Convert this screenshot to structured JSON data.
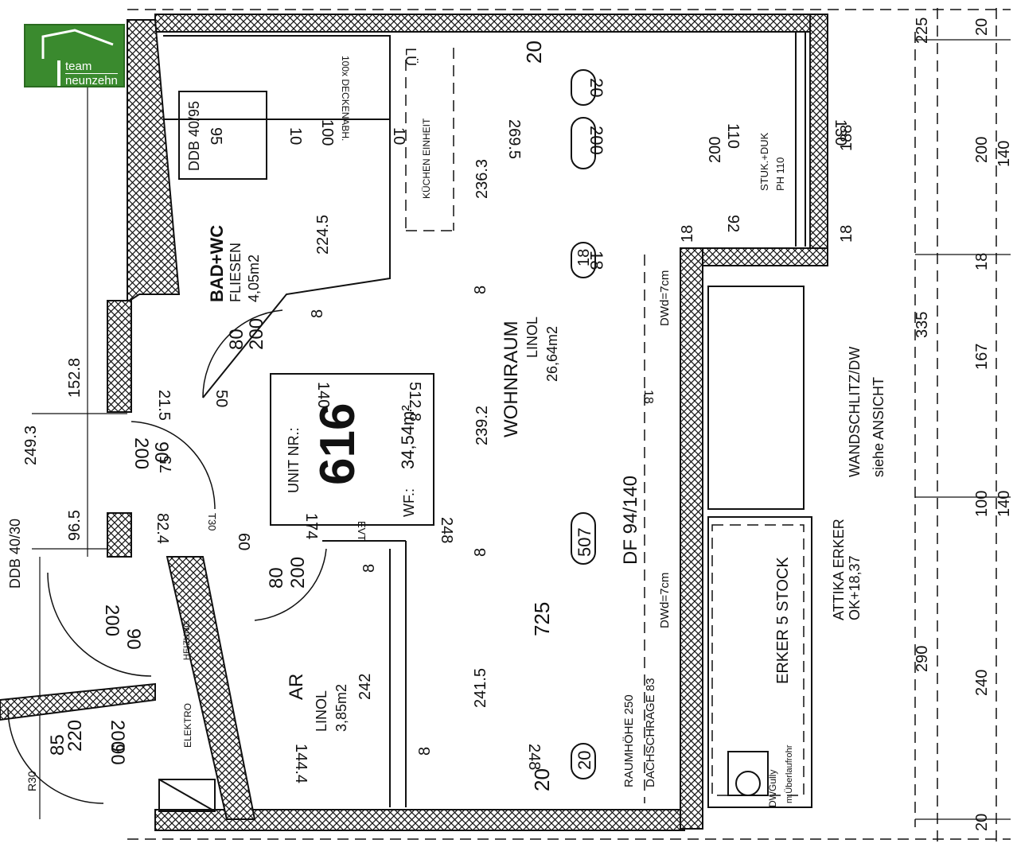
{
  "logo": {
    "line1": "team",
    "line2": "neunzehn"
  },
  "unit": {
    "label": "UNIT NR.:",
    "number": "616",
    "area_label": "WF.:",
    "area": "34,54m²"
  },
  "rooms": {
    "bath": {
      "name": "BAD+WC",
      "floor": "FLIESEN",
      "area": "4,05m2"
    },
    "living": {
      "name": "WOHNRAUM",
      "floor": "LINOL",
      "area": "26,64m2"
    },
    "storage": {
      "name": "AR",
      "floor": "LINOL",
      "area": "3,85m2"
    },
    "erker": {
      "name": "ERKER 5 STOCK",
      "attika": "ATTIKA ERKER",
      "ok": "OK+18,37"
    }
  },
  "notes": {
    "kitchen": "KÜCHEN EINHEIT",
    "wandschlitz": "WANDSCHLITZ/DW",
    "ansicht": "siehe ANSICHT",
    "raumhoehe": "RAUMHÖHE 250",
    "dachschraege": "DACHSCHRÄGE 83",
    "dwd": "DWd=7cm",
    "df": "DF 94/140",
    "ddb": "DDB 40/30",
    "ddb95": "DDB 40/95",
    "elektro": "ELEKTRO",
    "heizung": "HEIZUNG",
    "stuk": "STUK.+DUK",
    "ph": "PH 110",
    "deckenabh": "100x DECKENABH.",
    "lu": "LÜ",
    "r30": "R30",
    "t30": "T30",
    "evt": "EVT",
    "dwgully": "DWGully",
    "ueber": "m.Überlaufrohr"
  },
  "dims": {
    "d2493": "249.3",
    "d1528": "152.8",
    "d965": "96.5",
    "d335": "335",
    "d167": "167",
    "d290": "290",
    "d240": "240",
    "d200r": "200",
    "d140a": "140",
    "d140b": "140",
    "d140c": "140",
    "d100": "100",
    "d18": "18",
    "d20a": "20",
    "d20b": "20",
    "d225": "225",
    "d2245": "224.5",
    "d2363": "236.3",
    "d2695": "269.5",
    "d2392": "239.2",
    "d5128": "512.8",
    "d725": "725",
    "d2415": "241.5",
    "d242": "242",
    "d1444": "144.4",
    "d248a": "248",
    "d248b": "248",
    "d174": "174",
    "d824": "82.4",
    "d215": "21.5",
    "d95": "95",
    "d100b": "100",
    "d10": "10",
    "d10b": "10",
    "d200a": "200",
    "d110": "110",
    "d130": "130",
    "d188": "188",
    "d92": "92",
    "d18a": "18",
    "d18b": "18",
    "d18c": "18",
    "d18d": "18",
    "d8a": "8",
    "d8b": "8",
    "d8c": "8",
    "d8d": "8",
    "d8e": "8",
    "d80a": "80",
    "d200d1": "200",
    "d80b": "80",
    "d200d2": "200",
    "d90a": "90",
    "d200e": "200",
    "d90b": "90",
    "d200f": "200",
    "d90c": "90",
    "d200g": "200",
    "d85": "85",
    "d220": "220",
    "d75": "75",
    "d60": "60",
    "d50": "50",
    "d20c": "20",
    "c20a": "20",
    "c20b": "20",
    "c200": "200",
    "c18": "18",
    "c507": "507",
    "c20c": "20",
    "b20a": "20",
    "b20b": "20",
    "b20c": "20",
    "b20d": "20",
    "s225": "225"
  }
}
